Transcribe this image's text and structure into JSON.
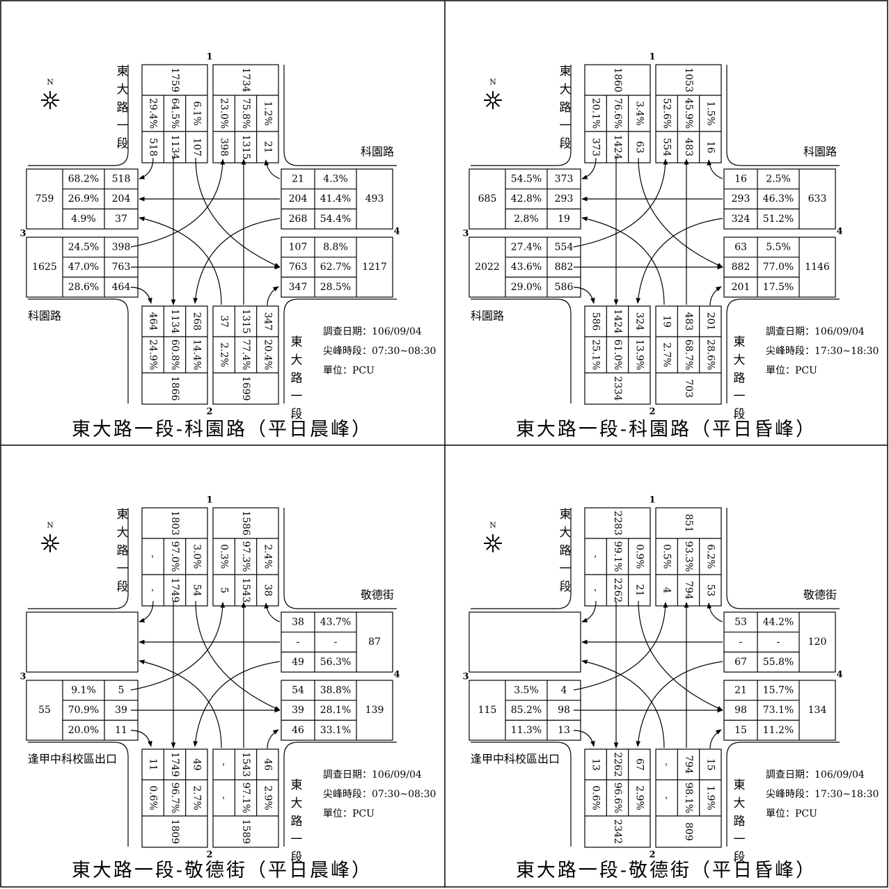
{
  "panels": [
    {
      "caption": "東大路一段-科園路（平日晨峰）",
      "main_road": "東大路一段",
      "cross_road_ne": "科園路",
      "cross_road_sw": "科園路",
      "approach_labels": {
        "north": "1",
        "south": "2",
        "west": "3",
        "east": "4"
      },
      "north": {
        "in_total": "1759",
        "in_pcts": [
          "29.4%",
          "64.5%",
          "6.1%"
        ],
        "in_vols": [
          "518",
          "1134",
          "107"
        ],
        "out_total": "1734",
        "out_pcts": [
          "23.0%",
          "75.8%",
          "1.2%"
        ],
        "out_vols": [
          "398",
          "1315",
          "21"
        ]
      },
      "south": {
        "in_total": "1699",
        "in_pcts": [
          "2.2%",
          "77.4%",
          "20.4%"
        ],
        "in_vols": [
          "37",
          "1315",
          "347"
        ],
        "out_total": "1866",
        "out_pcts": [
          "24.9%",
          "60.8%",
          "14.4%"
        ],
        "out_vols": [
          "464",
          "1134",
          "268"
        ]
      },
      "west": {
        "out_total": "759",
        "out_pcts": [
          "68.2%",
          "26.9%",
          "4.9%"
        ],
        "out_vols": [
          "518",
          "204",
          "37"
        ],
        "in_total": "1625",
        "in_pcts": [
          "24.5%",
          "47.0%",
          "28.6%"
        ],
        "in_vols": [
          "398",
          "763",
          "464"
        ]
      },
      "east": {
        "in_total": "493",
        "in_pcts": [
          "4.3%",
          "41.4%",
          "54.4%"
        ],
        "in_vols": [
          "21",
          "204",
          "268"
        ],
        "out_total": "1217",
        "out_pcts": [
          "8.8%",
          "62.7%",
          "28.5%"
        ],
        "out_vols": [
          "107",
          "763",
          "347"
        ]
      },
      "compass": "N",
      "info": [
        "調查日期：106/09/04",
        "尖峰時段：07:30~08:30",
        "單位：PCU"
      ]
    },
    {
      "caption": "東大路一段-科園路（平日昏峰）",
      "main_road": "東大路一段",
      "cross_road_ne": "科園路",
      "cross_road_sw": "科園路",
      "approach_labels": {
        "north": "1",
        "south": "2",
        "west": "3",
        "east": "4"
      },
      "north": {
        "in_total": "1860",
        "in_pcts": [
          "20.1%",
          "76.6%",
          "3.4%"
        ],
        "in_vols": [
          "373",
          "1424",
          "63"
        ],
        "out_total": "1053",
        "out_pcts": [
          "52.6%",
          "45.9%",
          "1.5%"
        ],
        "out_vols": [
          "554",
          "483",
          "16"
        ]
      },
      "south": {
        "in_total": "703",
        "in_pcts": [
          "2.7%",
          "68.7%",
          "28.6%"
        ],
        "in_vols": [
          "19",
          "483",
          "201"
        ],
        "out_total": "2334",
        "out_pcts": [
          "25.1%",
          "61.0%",
          "13.9%"
        ],
        "out_vols": [
          "586",
          "1424",
          "324"
        ]
      },
      "west": {
        "out_total": "685",
        "out_pcts": [
          "54.5%",
          "42.8%",
          "2.8%"
        ],
        "out_vols": [
          "373",
          "293",
          "19"
        ],
        "in_total": "2022",
        "in_pcts": [
          "27.4%",
          "43.6%",
          "29.0%"
        ],
        "in_vols": [
          "554",
          "882",
          "586"
        ]
      },
      "east": {
        "in_total": "633",
        "in_pcts": [
          "2.5%",
          "46.3%",
          "51.2%"
        ],
        "in_vols": [
          "16",
          "293",
          "324"
        ],
        "out_total": "1146",
        "out_pcts": [
          "5.5%",
          "77.0%",
          "17.5%"
        ],
        "out_vols": [
          "63",
          "882",
          "201"
        ]
      },
      "compass": "N",
      "info": [
        "調查日期：106/09/04",
        "尖峰時段：17:30~18:30",
        "單位：PCU"
      ]
    },
    {
      "caption": "東大路一段-敬德街（平日晨峰）",
      "main_road": "東大路一段",
      "cross_road_ne": "敬德街",
      "cross_road_sw": "逢甲中科校區出口",
      "approach_labels": {
        "north": "1",
        "south": "2",
        "west": "3",
        "east": "4"
      },
      "north": {
        "in_total": "1803",
        "in_pcts": [
          "-",
          "97.0%",
          "3.0%"
        ],
        "in_vols": [
          "-",
          "1749",
          "54"
        ],
        "out_total": "1586",
        "out_pcts": [
          "0.3%",
          "97.3%",
          "2.4%"
        ],
        "out_vols": [
          "5",
          "1543",
          "38"
        ]
      },
      "south": {
        "in_total": "1589",
        "in_pcts": [
          "-",
          "97.1%",
          "2.9%"
        ],
        "in_vols": [
          "-",
          "1543",
          "46"
        ],
        "out_total": "1809",
        "out_pcts": [
          "0.6%",
          "96.7%",
          "2.7%"
        ],
        "out_vols": [
          "11",
          "1749",
          "49"
        ]
      },
      "west": {
        "out_total": "",
        "out_pcts": [],
        "out_vols": [],
        "in_total": "55",
        "in_pcts": [
          "9.1%",
          "70.9%",
          "20.0%"
        ],
        "in_vols": [
          "5",
          "39",
          "11"
        ]
      },
      "east": {
        "in_total": "87",
        "in_pcts": [
          "43.7%",
          "-",
          "56.3%"
        ],
        "in_vols": [
          "38",
          "-",
          "49"
        ],
        "out_total": "139",
        "out_pcts": [
          "38.8%",
          "28.1%",
          "33.1%"
        ],
        "out_vols": [
          "54",
          "39",
          "46"
        ]
      },
      "compass": "N",
      "info": [
        "調查日期：106/09/04",
        "尖峰時段：07:30~08:30",
        "單位：PCU"
      ]
    },
    {
      "caption": "東大路一段-敬德街（平日昏峰）",
      "main_road": "東大路一段",
      "cross_road_ne": "敬德街",
      "cross_road_sw": "逢甲中科校區出口",
      "approach_labels": {
        "north": "1",
        "south": "2",
        "west": "3",
        "east": "4"
      },
      "north": {
        "in_total": "2283",
        "in_pcts": [
          "-",
          "99.1%",
          "0.9%"
        ],
        "in_vols": [
          "-",
          "2262",
          "21"
        ],
        "out_total": "851",
        "out_pcts": [
          "0.5%",
          "93.3%",
          "6.2%"
        ],
        "out_vols": [
          "4",
          "794",
          "53"
        ]
      },
      "south": {
        "in_total": "809",
        "in_pcts": [
          "-",
          "98.1%",
          "1.9%"
        ],
        "in_vols": [
          "-",
          "794",
          "15"
        ],
        "out_total": "2342",
        "out_pcts": [
          "0.6%",
          "96.6%",
          "2.9%"
        ],
        "out_vols": [
          "13",
          "2262",
          "67"
        ]
      },
      "west": {
        "out_total": "",
        "out_pcts": [],
        "out_vols": [],
        "in_total": "115",
        "in_pcts": [
          "3.5%",
          "85.2%",
          "11.3%"
        ],
        "in_vols": [
          "4",
          "98",
          "13"
        ]
      },
      "east": {
        "in_total": "120",
        "in_pcts": [
          "44.2%",
          "-",
          "55.8%"
        ],
        "in_vols": [
          "53",
          "-",
          "67"
        ],
        "out_total": "134",
        "out_pcts": [
          "15.7%",
          "73.1%",
          "11.2%"
        ],
        "out_vols": [
          "21",
          "98",
          "15"
        ]
      },
      "compass": "N",
      "info": [
        "調查日期：106/09/04",
        "尖峰時段：17:30~18:30",
        "單位：PCU"
      ]
    }
  ]
}
